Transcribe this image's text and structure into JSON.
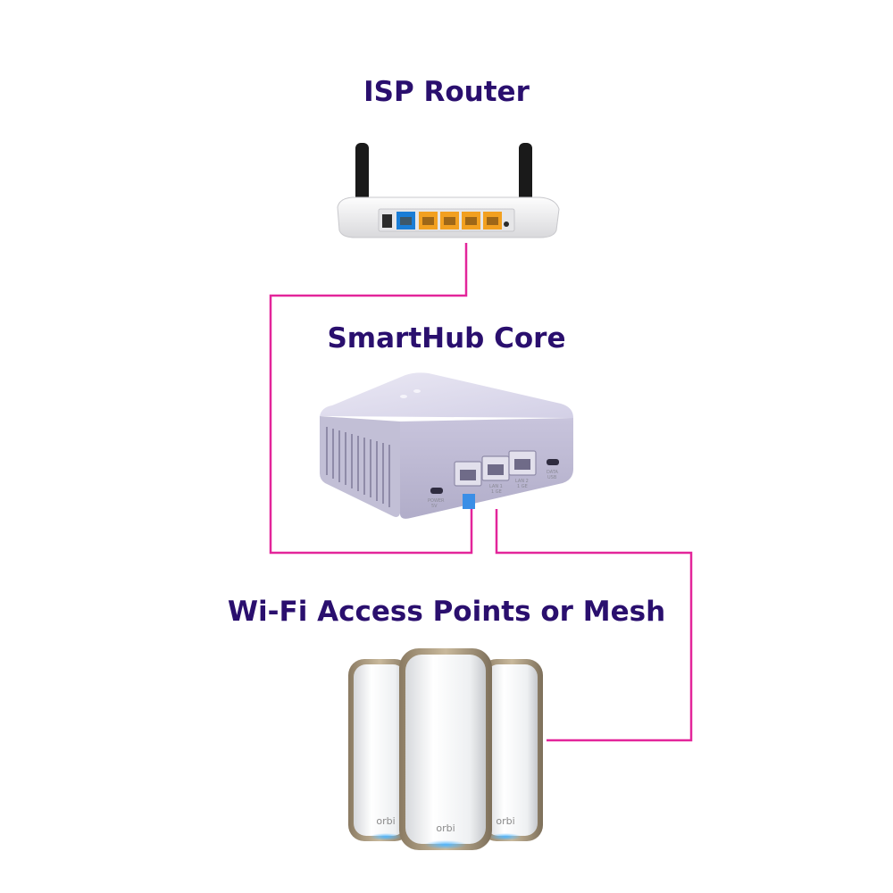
{
  "colors": {
    "label": "#2a0f6e",
    "link": "#e3259a",
    "background": "#ffffff"
  },
  "nodes": {
    "isp_router": {
      "label": "ISP Router"
    },
    "smarthub": {
      "label": "SmartHub Core",
      "port_labels": [
        "LAN 1",
        "1 GE",
        "LAN 2",
        "1 GE",
        "POWER",
        "5V",
        "DATA",
        "USB"
      ]
    },
    "mesh": {
      "label": "Wi-Fi Access Points or Mesh",
      "brand": "orbi"
    }
  },
  "links": [
    {
      "from": "isp_router",
      "to": "smarthub"
    },
    {
      "from": "smarthub",
      "to": "mesh"
    }
  ]
}
